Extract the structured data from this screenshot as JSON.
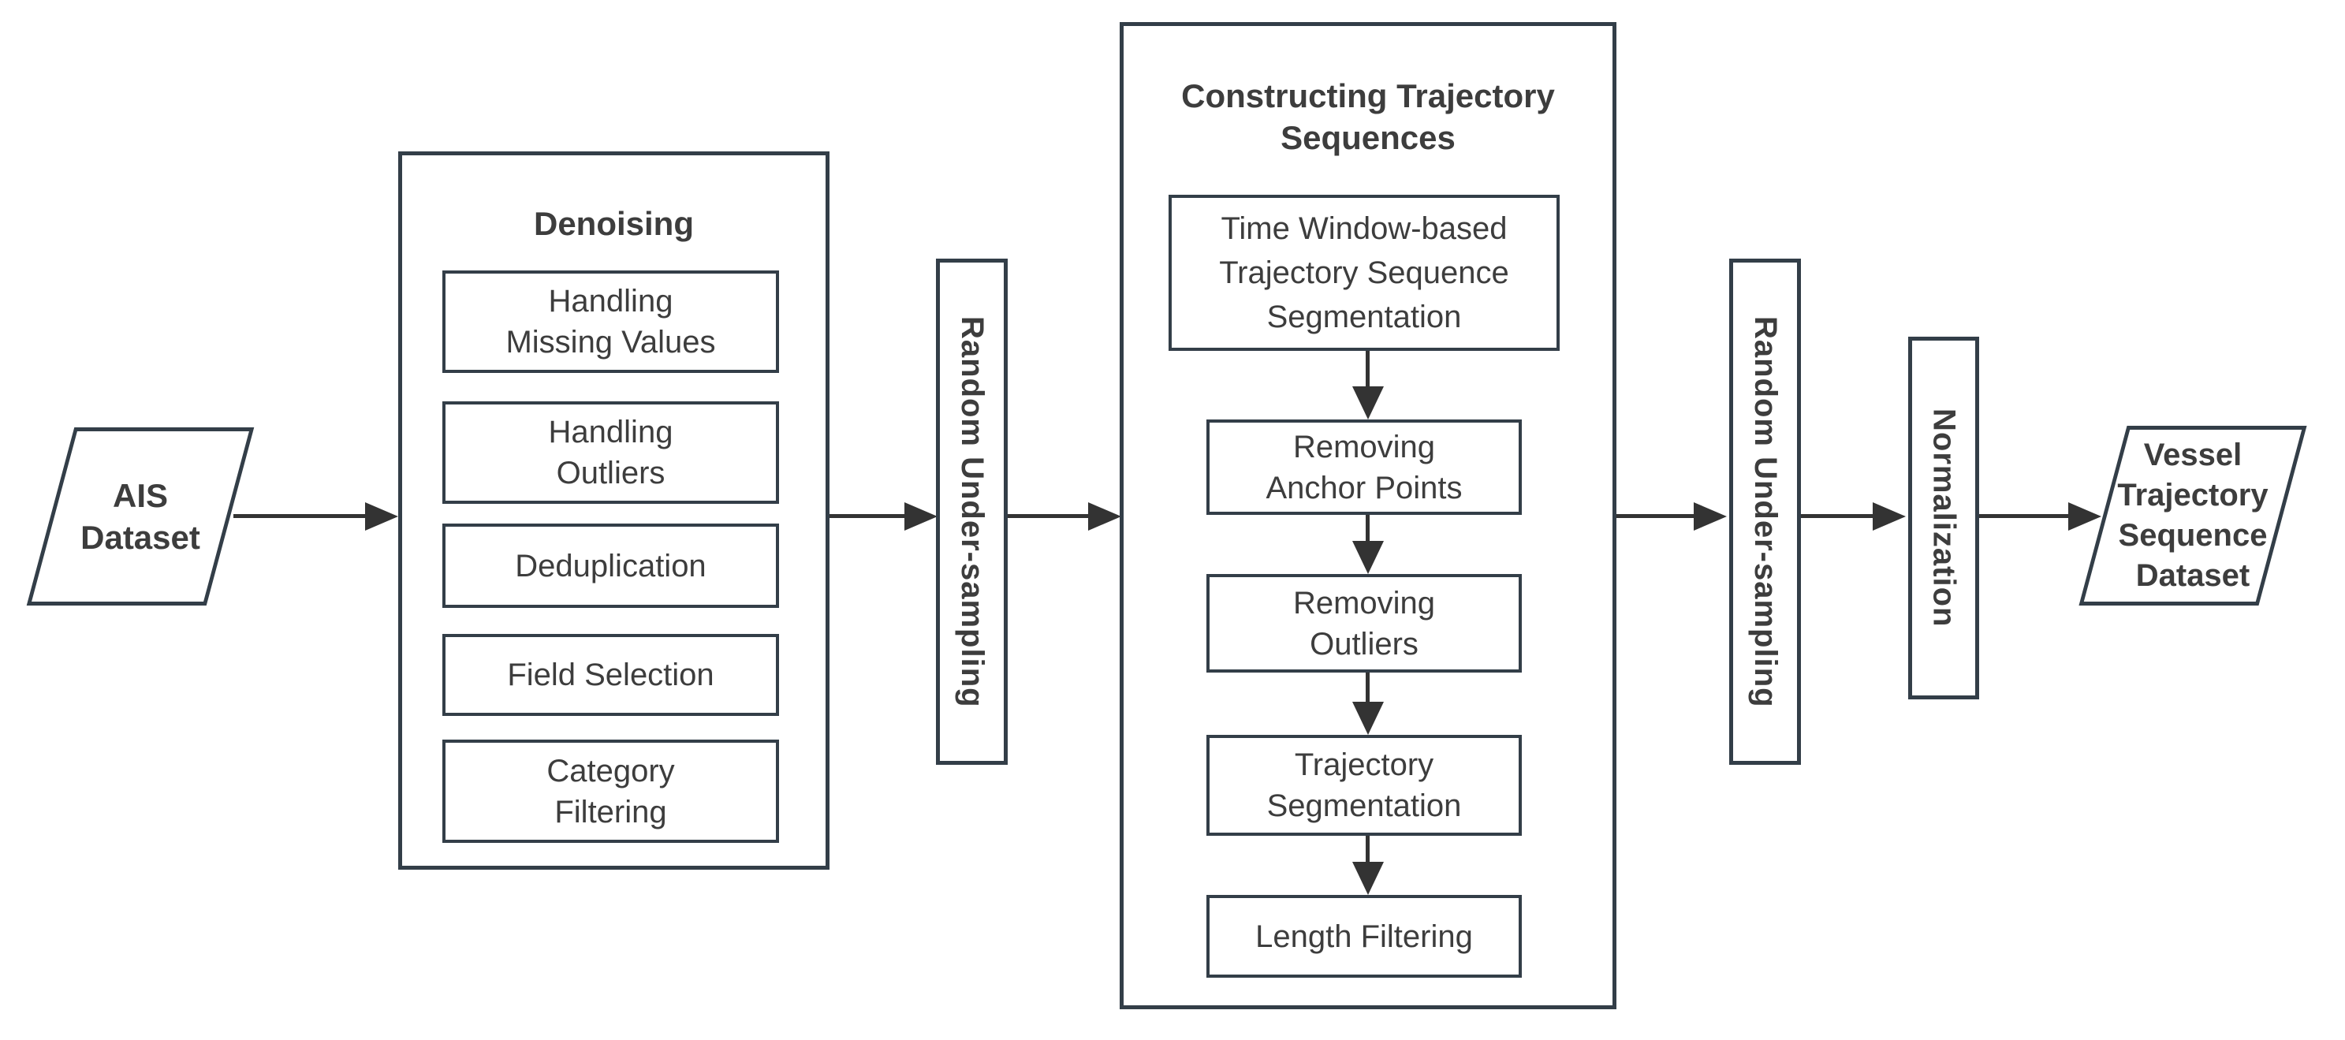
{
  "colors": {
    "background": "#ffffff",
    "box_border": "#333e48",
    "text": "#3d3d3d",
    "arrow": "#333333"
  },
  "nodes": {
    "ais_dataset": {
      "shape": "parallelogram",
      "label": [
        "AIS",
        "Dataset"
      ]
    },
    "denoising": {
      "title": "Denoising",
      "steps": [
        [
          "Handling",
          "Missing Values"
        ],
        [
          "Handling",
          "Outliers"
        ],
        [
          "Deduplication"
        ],
        [
          "Field Selection"
        ],
        [
          "Category",
          "Filtering"
        ]
      ]
    },
    "random_under_sampling_1": {
      "label": "Random Under-sampling"
    },
    "constructing_trajectory_sequences": {
      "title": [
        "Constructing Trajectory",
        "Sequences"
      ],
      "steps": [
        [
          "Time Window-based",
          "Trajectory Sequence",
          "Segmentation"
        ],
        [
          "Removing",
          "Anchor Points"
        ],
        [
          "Removing",
          "Outliers"
        ],
        [
          "Trajectory",
          "Segmentation"
        ],
        [
          "Length Filtering"
        ]
      ]
    },
    "random_under_sampling_2": {
      "label": "Random Under-sampling"
    },
    "normalization": {
      "label": "Normalization"
    },
    "vessel_trajectory_sequence_dataset": {
      "shape": "parallelogram",
      "label": [
        "Vessel",
        "Trajectory",
        "Sequence",
        "Dataset"
      ]
    }
  }
}
